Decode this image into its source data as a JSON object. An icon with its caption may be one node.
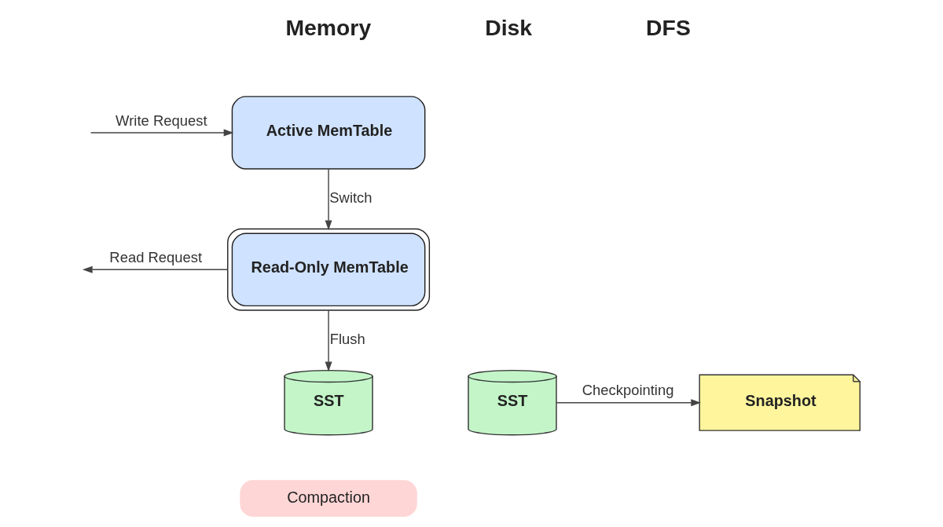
{
  "diagram": {
    "nodes": [
      {
        "text": [
          "Active MemTable"
        ]
      },
      {
        "text": [
          "Read-Only MemTable"
        ]
      },
      {
        "text": [
          "SST"
        ]
      },
      {
        "text": [
          "SST"
        ]
      },
      {
        "text": [
          "Snapshot"
        ]
      },
      {
        "text": [
          "Compaction"
        ]
      }
    ],
    "edges": [
      {
        "from": null,
        "to": 0,
        "arrow": "to",
        "label": "Write Request"
      },
      {
        "from": 0,
        "to": 1,
        "arrow": "to",
        "label": "Switch"
      },
      {
        "from": 1,
        "to": null,
        "arrow": "to",
        "label": "Read Request"
      },
      {
        "from": 1,
        "to": 2,
        "arrow": "to",
        "label": "Flush"
      },
      {
        "from": 3,
        "to": 4,
        "arrow": "to",
        "label": "Checkpointing"
      }
    ],
    "labels": [
      "Memory",
      "Disk",
      "DFS"
    ]
  }
}
